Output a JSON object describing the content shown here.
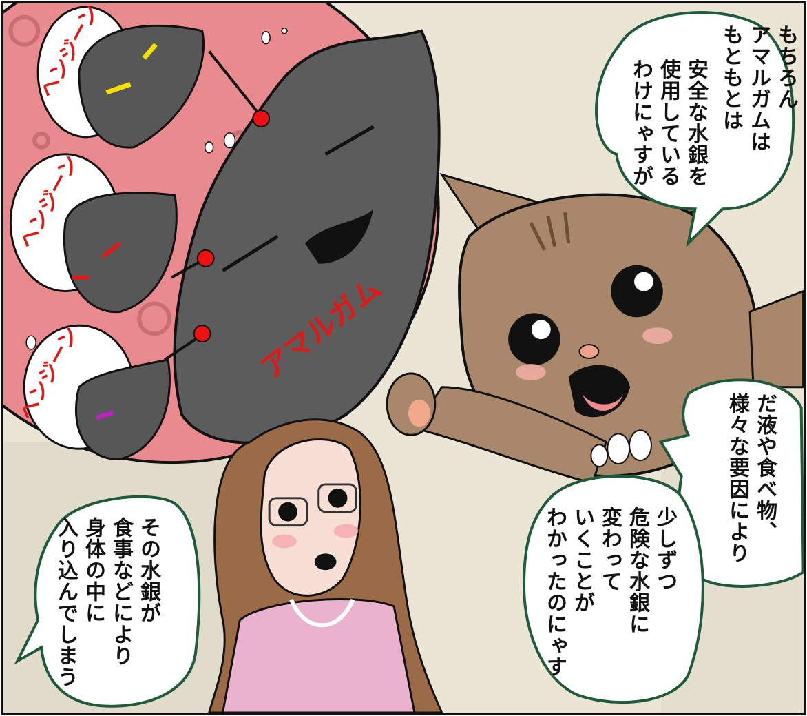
{
  "colors": {
    "bubble_outline": "#1f5a3a",
    "dream_pink": "#e98a8f",
    "dark_creature": "#575757",
    "creature_text_red": "#e01818",
    "cat_fur": "#a9876a",
    "woman_hair": "#9b6a47",
    "woman_top": "#e9b3cf"
  },
  "bubbles": {
    "top_right_a": [
      "もちろん",
      "アマルガムは",
      "もともとは"
    ],
    "top_right_b": [
      "安全な水銀を",
      "使用している",
      "わけにゃすが"
    ],
    "mid_right": [
      "だ液や食べ物、",
      "様々な要因により"
    ],
    "bottom_center_right": [
      "少しずつ",
      "危険な水銀に",
      "変わって",
      "いくことが",
      "わかったのにゃす"
    ],
    "bottom_left": [
      "その水銀が",
      "食事などにより",
      "身体の中に",
      "入り込んでしまう"
    ]
  },
  "dream": {
    "big_creature_label": "アマルガム",
    "sound_effect": "ヘンジーン"
  },
  "icons": [
    "dream-bubble",
    "amalgam-creature",
    "cat",
    "woman",
    "speech-bubble"
  ]
}
